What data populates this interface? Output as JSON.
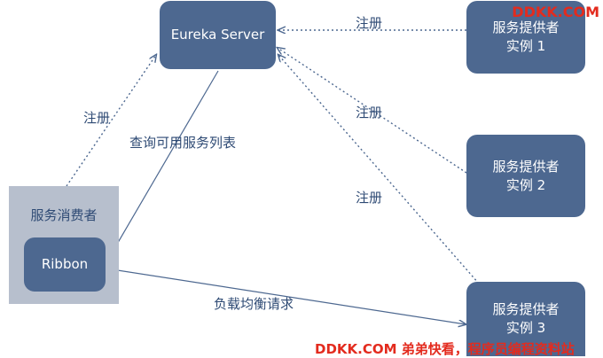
{
  "nodes": {
    "eureka": "Eureka Server",
    "provider1": [
      "服务提供者",
      "实例 1"
    ],
    "provider2": [
      "服务提供者",
      "实例 2"
    ],
    "provider3": [
      "服务提供者",
      "实例 3"
    ],
    "consumer": "服务消费者",
    "ribbon": "Ribbon"
  },
  "edges": {
    "register_consumer": "注册",
    "register_p1": "注册",
    "register_p2": "注册",
    "register_p3": "注册",
    "query_services": "查询可用服务列表",
    "load_balance": "负载均衡请求"
  },
  "watermark": {
    "top": "DDKK.COM",
    "bottom": "DDKK.COM 弟弟快看，程序员编程资料站"
  },
  "colors": {
    "node_fill": "#4d6890",
    "consumer_fill": "#b7bfcd",
    "edge": "#4d6890",
    "watermark": "#e32b1e"
  }
}
